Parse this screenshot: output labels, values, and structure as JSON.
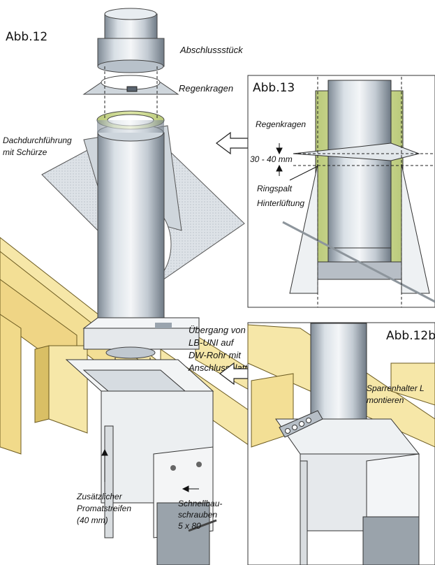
{
  "figures": {
    "fig12": "Abb.12",
    "fig13": "Abb.13",
    "fig12b": "Abb.12b"
  },
  "labels": {
    "end_piece": "Abschlussstück",
    "rain_collar": "Regenkragen",
    "roof_duct_line1": "Dachdurchführung",
    "roof_duct_line2": "mit Schürze",
    "detail_rain_collar": "Regenkragen",
    "gap_dimension": "30 - 40 mm",
    "ring_gap": "Ringspalt",
    "rear_ventilation": "Hinterlüftung",
    "transition_line1": "Übergang von",
    "transition_line2": "LB-UNI auf",
    "transition_line3": "DW-Rohr mit",
    "transition_line4": "Anschlussplatte",
    "rafter_line1": "Sparrenhalter L",
    "rafter_line2": "montieren",
    "promat_line1": "Zusätzlicher",
    "promat_line2": "Promatstreifen",
    "promat_line3": "(40 mm)",
    "screws_line1": "Schnellbau-",
    "screws_line2": "schrauben",
    "screws_line3": "5 x 80"
  },
  "colors": {
    "wood": "#f6e7a8",
    "wood_edge": "#c8a84a",
    "steel_light": "#e4e9ee",
    "steel_mid": "#b9c2cb",
    "steel_dark": "#8c96a1",
    "insulation": "#d8e3a0",
    "plate": "#e6e9ec"
  }
}
